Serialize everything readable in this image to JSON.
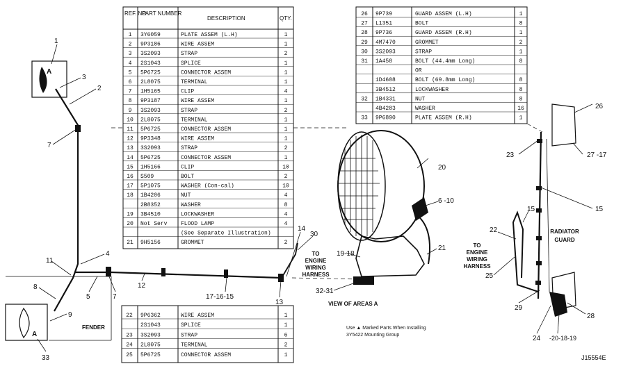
{
  "main_table": {
    "headers": [
      "REF. NO.",
      "PART NUMBER",
      "DESCRIPTION",
      "QTY."
    ],
    "rows": [
      {
        "ref": "1",
        "part": "3Y6059",
        "desc": "PLATE ASSEM (L.H)",
        "qty": "1"
      },
      {
        "ref": "2",
        "part": "9P3186",
        "desc": "WIRE ASSEM",
        "qty": "1"
      },
      {
        "ref": "3",
        "part": "3S2093",
        "desc": "STRAP",
        "qty": "2"
      },
      {
        "ref": "4",
        "part": "2S1043",
        "desc": "SPLICE",
        "qty": "1"
      },
      {
        "ref": "5",
        "part": "5P6725",
        "desc": "CONNECTOR ASSEM",
        "qty": "1"
      },
      {
        "ref": "6",
        "part": "2L8075",
        "desc": "TERMINAL",
        "qty": "1"
      },
      {
        "ref": "7",
        "part": "1H5165",
        "desc": "CLIP",
        "qty": "4"
      },
      {
        "ref": "8",
        "part": "9P3187",
        "desc": "WIRE ASSEM",
        "qty": "1"
      },
      {
        "ref": "9",
        "part": "3S2093",
        "desc": "STRAP",
        "qty": "2"
      },
      {
        "ref": "10",
        "part": "2L8075",
        "desc": "TERMINAL",
        "qty": "1"
      },
      {
        "ref": "11",
        "part": "5P6725",
        "desc": "CONNECTOR ASSEM",
        "qty": "1"
      },
      {
        "ref": "12",
        "part": "9P3348",
        "desc": "WIRE ASSEM",
        "qty": "1"
      },
      {
        "ref": "13",
        "part": "3S2093",
        "desc": "STRAP",
        "qty": "2"
      },
      {
        "ref": "14",
        "part": "5P6725",
        "desc": "CONNECTOR ASSEM",
        "qty": "1"
      },
      {
        "ref": "15",
        "part": "1H5166",
        "desc": "CLIP",
        "qty": "10"
      },
      {
        "ref": "16",
        "part": "S509",
        "desc": "BOLT",
        "qty": "2"
      },
      {
        "ref": "17",
        "part": "5P1075",
        "desc": "WASHER (Con-cal)",
        "qty": "10"
      },
      {
        "ref": "18",
        "part": "1B4206",
        "desc": "NUT",
        "qty": "4"
      },
      {
        "ref": "",
        "part": "2B8352",
        "desc": "WASHER",
        "qty": "8"
      },
      {
        "ref": "19",
        "part": "3B4510",
        "desc": "LOCKWASHER",
        "qty": "4"
      },
      {
        "ref": "20",
        "part": "Not Serv",
        "desc": "FLOOD LAMP",
        "qty": "4"
      },
      {
        "ref": "",
        "part": "",
        "desc": "(See Separate Illustration)",
        "qty": ""
      },
      {
        "ref": "21",
        "part": "9H5156",
        "desc": "GROMMET",
        "qty": "2"
      }
    ]
  },
  "right_table": {
    "rows": [
      {
        "ref": "26",
        "part": "9P739",
        "desc": "GUARD ASSEM (L.H)",
        "qty": "1"
      },
      {
        "ref": "27",
        "part": "L1351",
        "desc": "BOLT",
        "qty": "8"
      },
      {
        "ref": "28",
        "part": "9P736",
        "desc": "GUARD ASSEM (R.H)",
        "qty": "1"
      },
      {
        "ref": "29",
        "part": "4M7470",
        "desc": "GROMMET",
        "qty": "2"
      },
      {
        "ref": "30",
        "part": "3S2093",
        "desc": "STRAP",
        "qty": "1"
      },
      {
        "ref": "31",
        "part": "1A458",
        "desc": "BOLT (44.4mm Long)",
        "qty": "8"
      },
      {
        "ref": "",
        "part": "",
        "desc": "OR",
        "qty": ""
      },
      {
        "ref": "",
        "part": "1D4608",
        "desc": "BOLT (69.8mm Long)",
        "qty": "8"
      },
      {
        "ref": "",
        "part": "3B4512",
        "desc": "LOCKWASHER",
        "qty": "8"
      },
      {
        "ref": "32",
        "part": "1B4331",
        "desc": "NUT",
        "qty": "8"
      },
      {
        "ref": "",
        "part": "4B4283",
        "desc": "WASHER",
        "qty": "16"
      },
      {
        "ref": "33",
        "part": "9P6890",
        "desc": "PLATE ASSEM (R.H)",
        "qty": "1"
      }
    ]
  },
  "bottom_table": {
    "rows": [
      {
        "ref": "22",
        "part": "9P6362",
        "desc": "WIRE ASSEM",
        "qty": "1"
      },
      {
        "ref": "",
        "part": "2S1043",
        "desc": "SPLICE",
        "qty": "1"
      },
      {
        "ref": "23",
        "part": "3S2093",
        "desc": "STRAP",
        "qty": "6"
      },
      {
        "ref": "24",
        "part": "2L8075",
        "desc": "TERMINAL",
        "qty": "2"
      },
      {
        "ref": "25",
        "part": "5P6725",
        "desc": "CONNECTOR ASSEM",
        "qty": "1"
      }
    ]
  },
  "labels": {
    "to_engine_left_1": "TO",
    "to_engine_left_2": "ENGINE",
    "to_engine_left_3": "WIRING",
    "to_engine_left_4": "HARNESS",
    "to_engine_right_1": "TO",
    "to_engine_right_2": "ENGINE",
    "to_engine_right_3": "WIRING",
    "to_engine_right_4": "HARNESS",
    "radiator_1": "RADIATOR",
    "radiator_2": "GUARD",
    "fender": "FENDER",
    "view_areas": "VIEW OF AREAS A",
    "note_1": "Use ▲ Marked Parts When Installing",
    "note_2": "3Y5422 Mounting Group",
    "drawing_number": "J15554E",
    "area_a": "A",
    "callouts": {
      "c1": "1",
      "c2": "2",
      "c3": "3",
      "c4": "4",
      "c5": "5",
      "c6_10": "6 -10",
      "c7a": "7",
      "c7b": "7",
      "c8": "8",
      "c9": "9",
      "c11": "11",
      "c12": "12",
      "c13": "13",
      "c14": "14",
      "c15a": "15",
      "c15b": "15",
      "c17_16_15": "17-16-15",
      "c18_19": "19-18",
      "c20": "20",
      "c20_18_19": "-20-18-19",
      "c21": "21",
      "c22": "22",
      "c23": "23",
      "c24": "24",
      "c25": "25",
      "c26": "26",
      "c27_17": "27 -17",
      "c28": "28",
      "c29": "29",
      "c30": "30",
      "c32_31": "32-31",
      "c33": "33"
    }
  }
}
